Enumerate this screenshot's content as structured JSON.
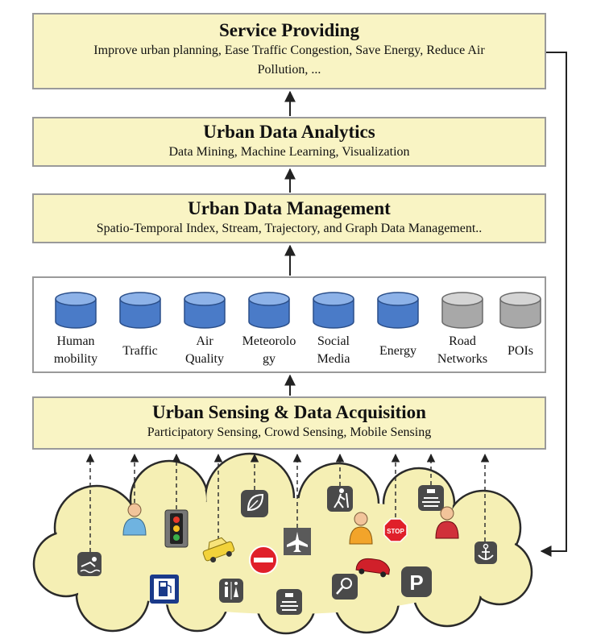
{
  "layers": {
    "service": {
      "title": "Service Providing",
      "subtitle_line1": "Improve urban planning, Ease Traffic Congestion, Save Energy, Reduce Air",
      "subtitle_line2": "Pollution, ..."
    },
    "analytics": {
      "title": "Urban Data Analytics",
      "subtitle": "Data Mining, Machine Learning, Visualization"
    },
    "management": {
      "title": "Urban Data Management",
      "subtitle": "Spatio-Temporal Index, Stream, Trajectory, and Graph Data Management.."
    },
    "sensing": {
      "title": "Urban Sensing & Data Acquisition",
      "subtitle": "Participatory Sensing, Crowd Sensing, Mobile Sensing"
    }
  },
  "data_sources": [
    {
      "line1": "Human",
      "line2": "mobility",
      "icon": "database-icon",
      "color": "#4a7bc8"
    },
    {
      "line1": "Traffic",
      "line2": "",
      "icon": "database-icon",
      "color": "#4a7bc8"
    },
    {
      "line1": "Air",
      "line2": "Quality",
      "icon": "database-icon",
      "color": "#4a7bc8"
    },
    {
      "line1": "Meteorolo",
      "line2": "gy",
      "icon": "database-icon",
      "color": "#4a7bc8"
    },
    {
      "line1": "Social",
      "line2": "Media",
      "icon": "database-icon",
      "color": "#4a7bc8"
    },
    {
      "line1": "Energy",
      "line2": "",
      "icon": "database-icon",
      "color": "#4a7bc8"
    },
    {
      "line1": "Road",
      "line2": "Networks",
      "icon": "database-icon",
      "color": "#a8a8a8"
    },
    {
      "line1": "POIs",
      "line2": "",
      "icon": "database-icon",
      "color": "#a8a8a8"
    }
  ],
  "cloud_icons": [
    "swimming-icon",
    "person-icon",
    "traffic-light-icon",
    "taxi-icon",
    "leaf-icon",
    "no-entry-icon",
    "airplane-icon",
    "hiking-icon",
    "person-icon",
    "stop-sign-icon",
    "sports-car-icon",
    "wifi-sensor-icon",
    "person-icon",
    "anchor-icon",
    "gas-station-icon",
    "restroom-icon",
    "wifi-sensor-icon",
    "search-icon",
    "parking-icon"
  ],
  "colors": {
    "layer_fill": "#f9f4c4",
    "border": "#9a9a9a",
    "cloud_fill": "#f5efb4",
    "primary_db": "#4a7bc8",
    "secondary_db": "#a8a8a8"
  }
}
